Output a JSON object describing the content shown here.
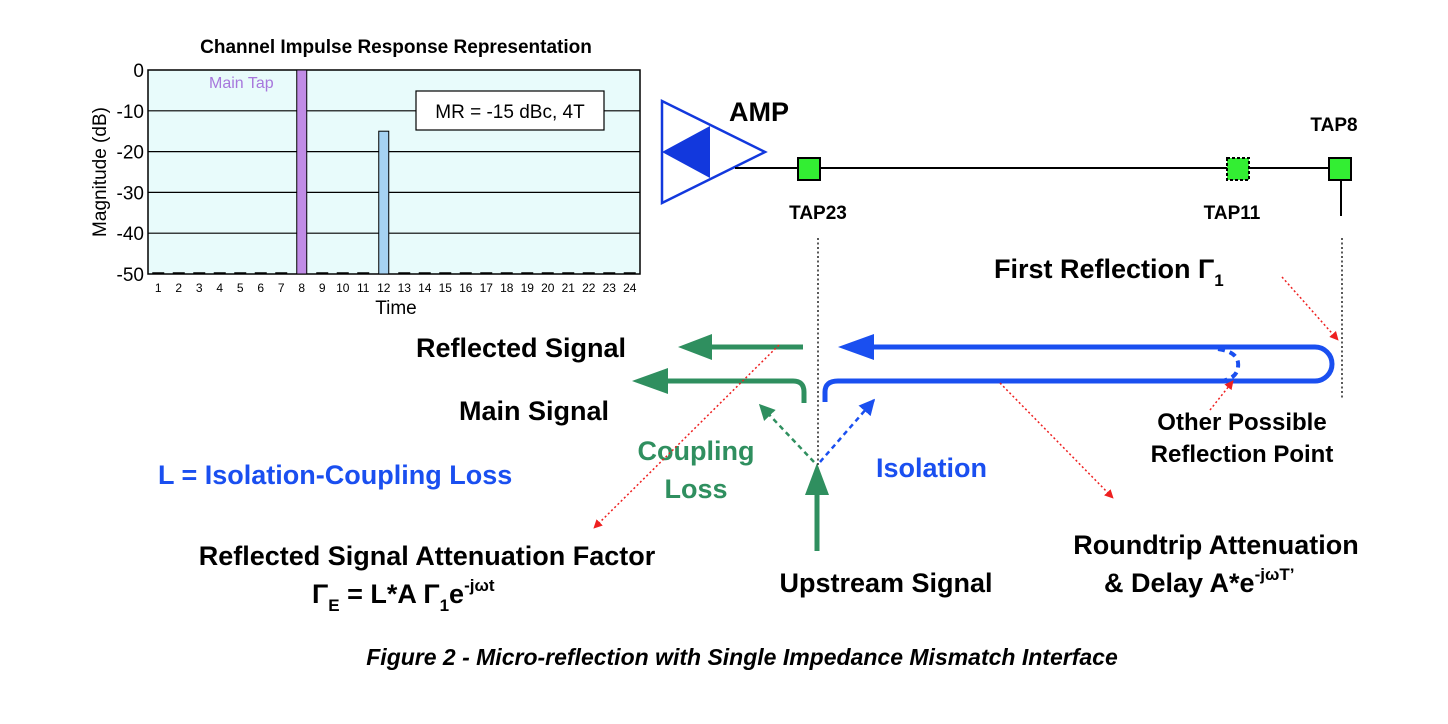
{
  "colors": {
    "plot_bg": "#e8fbfb",
    "main_tap_bar": "#c08ce6",
    "echo_bar": "#a6d2f2",
    "main_tap_label": "#a777dc",
    "tap_square": "#33ee33",
    "blue": "#1a4ff0",
    "green": "#2f8f5f",
    "red": "#ee2020",
    "amp_blue": "#1238dd",
    "black": "#000000"
  },
  "chart_data": {
    "type": "bar",
    "title": "Channel Impulse Response Representation",
    "xlabel": "Time",
    "ylabel": "Magnitude (dB)",
    "categories": [
      "1",
      "2",
      "3",
      "4",
      "5",
      "6",
      "7",
      "8",
      "9",
      "10",
      "11",
      "12",
      "13",
      "14",
      "15",
      "16",
      "17",
      "18",
      "19",
      "20",
      "21",
      "22",
      "23",
      "24"
    ],
    "values": [
      -50,
      -50,
      -50,
      -50,
      -50,
      -50,
      -50,
      0,
      -50,
      -50,
      -50,
      -15,
      -50,
      -50,
      -50,
      -50,
      -50,
      -50,
      -50,
      -50,
      -50,
      -50,
      -50,
      -50
    ],
    "y_ticks": [
      "0",
      "-10",
      "-20",
      "-30",
      "-40",
      "-50"
    ],
    "ylim": [
      -50,
      0
    ],
    "grid": "horizontal",
    "main_tap_label": "Main Tap",
    "annotation": "MR = -15 dBc, 4T"
  },
  "diagram": {
    "amp_label": "AMP",
    "taps": [
      "TAP23",
      "TAP11",
      "TAP8"
    ],
    "first_reflection": {
      "text": "First Reflection Γ",
      "sub": "1"
    },
    "reflected_signal": "Reflected Signal",
    "main_signal": "Main Signal",
    "other_point_line1": "Other Possible",
    "other_point_line2": "Reflection Point",
    "coupling_line1": "Coupling",
    "coupling_line2": "Loss",
    "isolation": "Isolation",
    "l_equation": "L = Isolation-Coupling Loss",
    "attenuation_factor_title": "Reflected Signal Attenuation Factor",
    "gamma_e": {
      "gamma": "Γ",
      "sub_e": "E",
      "mid": " = L*A Γ",
      "sub_1": "1",
      "e": "e",
      "exp": "-jωt"
    },
    "upstream_signal": "Upstream Signal",
    "roundtrip_line1": "Roundtrip Attenuation",
    "roundtrip_line2": {
      "text": "& Delay A*e",
      "exp": "-jωT’"
    }
  },
  "caption": "Figure 2 - Micro-reflection with Single Impedance Mismatch Interface"
}
